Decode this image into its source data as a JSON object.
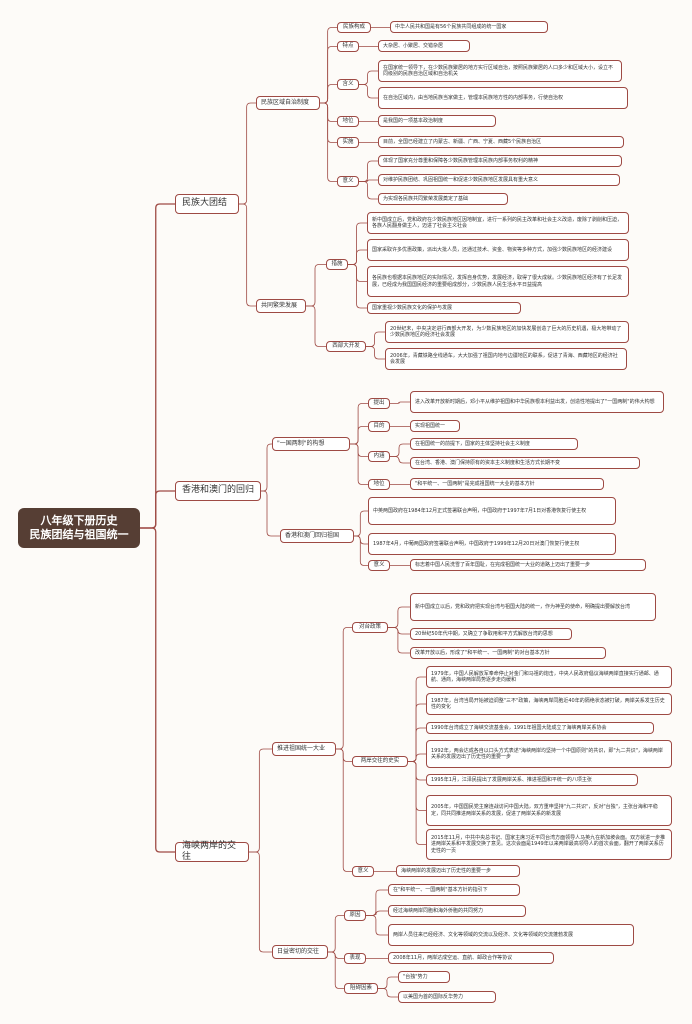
{
  "root": {
    "line1": "八年级下册历史",
    "line2": "民族团结与祖国统一"
  },
  "nodes": {
    "minzu": "民族大团结",
    "quyu": "民族区域自治制度",
    "mzgc": "民族构成",
    "mzgc_1": "中华人民共和国是有56个民族共同组成的统一国家",
    "td": "特点",
    "td_1": "大杂居、小聚居、交错杂居",
    "hy": "含义",
    "hy_1": "在国家统一领导下，在少数民族聚居的地方实行区域自治，按照民族聚居的人口多少和区域大小，设立不同级别的民族自治区域和自治机关",
    "hy_2": "在自治区域内，由当地民族当家做主，管理本民族地方性的内部事务，行使自治权",
    "dw": "地位",
    "dw_1": "是我国的一项基本政治制度",
    "ss": "实施",
    "ss_1": "目前，全国已经建立了内蒙古、新疆、广西、宁夏、西藏5个民族自治区",
    "yy": "意义",
    "yy_1": "体现了国家充分尊重和保障各少数民族管理本民族内部事务权利的精神",
    "yy_2": "对维护民族团结、巩固祖国统一和促进少数民族地区发展具有重大意义",
    "yy_3": "为实现各民族共同繁荣发展奠定了基础",
    "gtfr": "共同繁荣发展",
    "cs": "措施",
    "cs_1": "新中国成立后，党和政府在少数民族地区因地制宜，进行一系列的民主改革和社会主义改造，废除了剥削和压迫，各族人民翻身做主人，迈进了社会主义社会",
    "cs_2": "国家采取许多优惠政策，派出大批人员，还通过技术、资金、物资等多种方式，加强少数民族地区的经济建设",
    "cs_3": "各民族也根据本民族地区的实际情况，发挥自身优势，发展经济，取得了很大成就。少数民族地区经济有了长足发展，已经成为我国国民经济的重要组成部分，少数民族人民生活水平日益提高",
    "cs_4": "国家重视少数民族文化的保护与发展",
    "xbkf": "西部大开发",
    "xb_1": "20世纪末，中央决定进行西部大开发，为少数民族地区的加快发展创造了巨大的历史机遇，极大地带动了少数民族地区的经济社会发展",
    "xb_2": "2006年，青藏铁路全线通车，大大加强了祖国内地与边疆地区的联系，促进了青海、西藏地区的经济社会发展",
    "gangao": "香港和澳门的回归",
    "ygls": "\"一国两制\"的构想",
    "tc": "提出",
    "tc_1": "进入改革开放新时期后，邓小平从维护祖国和中华民族根本利益出发，创造性地提出了\"一国两制\"的伟大构想",
    "md": "目的",
    "md_1": "实现祖国统一",
    "nh": "内涵",
    "nh_1": "在祖国统一的前提下，国家的主体坚持社会主义制度",
    "nh_2": "在台湾、香港、澳门保持原有的资本主义制度和生活方式长期不变",
    "dw2": "地位",
    "dw2_1": "\"和平统一、一国两制\"是完成祖国统一大业的基本方针",
    "gahg": "香港和澳门回归祖国",
    "ga_1": "中英两国政府在1984年12月正式签署联合声明，中国政府于1997年7月1日对香港恢复行使主权",
    "ga_2": "1987年4月，中葡两国政府签署联合声明，中国政府于1999年12月20日对澳门恢复行使主权",
    "yy2": "意义",
    "yy2_1": "标志着中国人民洗雪了百年国耻，在完成祖国统一大业的道路上迈出了重要一步",
    "liangan": "海峡两岸的交往",
    "tjtx": "推进祖国统一大业",
    "dtzc": "对台政策",
    "dt_1": "新中国成立以后，党和政府把实现台湾与祖国大陆的统一，作为神圣的使命，明确提出要解放台湾",
    "dt_2": "20世纪50年代中期，又确立了争取用和平方式解放台湾的思想",
    "dt_3": "改革开放以后，形成了\"和平统一、一国两制\"的对台基本方针",
    "lajw": "两岸交往的史实",
    "la_1": "1979年，中国人民解放军奉命停止对金门和马祖的炮击，中央人民政府倡议海峡两岸直接实行通邮、通航、通商，海峡两岸局势逐步走向缓和",
    "la_2": "1987年，台湾当局开始被迫调整\"三不\"政策，海峡两岸同胞近40年的隔绝状态被打破，两岸关系发生历史性的变化",
    "la_3": "1990年台湾成立了海峡交流基金会，1991年祖国大陆成立了海峡两岸关系协会",
    "la_4": "1992年，两会达成各自以口头方式表述\"海峡两岸均坚持一个中国原则\"的共识，即\"九二共识\"，海峡两岸关系的发展迈出了历史性的重要一步",
    "la_5": "1995年1月，江泽民提出了发展两岸关系、推进祖国和平统一的八项主张",
    "la_6": "2005年，中国国民党主席连战访问中国大陆，双方重申坚持\"九二共识\"，反对\"台独\"，主张台海和平稳定，同共同推进两岸关系的发展，促进了两岸关系的新发展",
    "la_7": "2015年11月，中共中央总书记、国家主席习近平同台湾方面领导人马英九在新加坡会面。双方就进一步推进两岸关系和平发展交换了意见。这次会面是1949年以来两岸最高领导人的首次会面，翻开了两岸关系历史性的一页",
    "yy3": "意义",
    "yy3_1": "海峡两岸的发展迈出了历史性的重要一步",
    "rqmq": "日益密切的交往",
    "yuanyin": "原因",
    "yuan_1": "在\"和平统一、一国两制\"基本方针的指引下",
    "yuan_2": "经过海峡两岸同胞和海外侨胞的共同努力",
    "yuan_3": "两岸人员往来已经经济、文化等领域的交流以及经济、文化等领域的交流蓬勃发展",
    "bx": "表现",
    "bx_1": "2008年11月，两岸达成空运、直航、邮政合作等协议",
    "zaiyin": "阻碍因素",
    "za_1": "\"台独\"势力",
    "za_2": "以美国为首的国际反华势力"
  }
}
